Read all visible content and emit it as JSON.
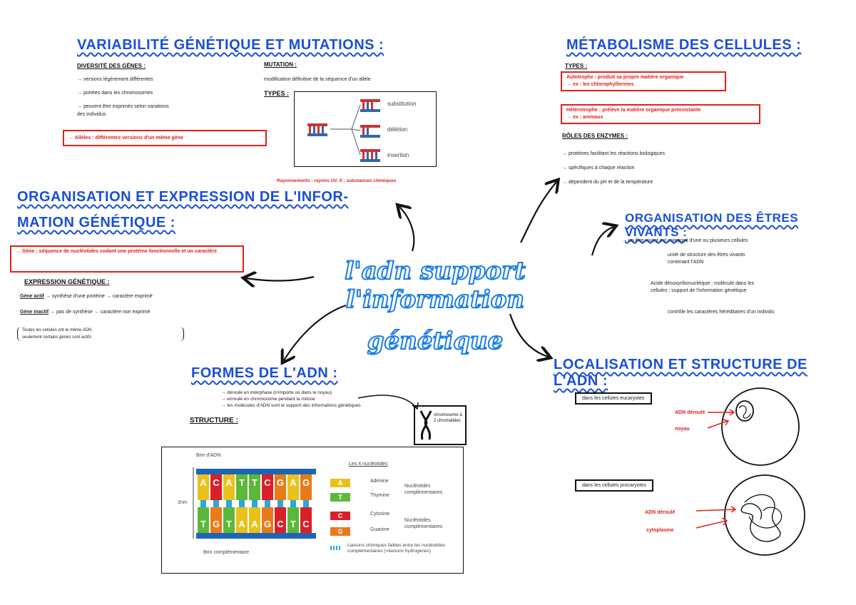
{
  "center": {
    "line1": "l'adn support l'information",
    "line2": "génétique"
  },
  "variabilite": {
    "title": "Variabilité génétique et mutations :",
    "subtitle": "Diversité des gènes :",
    "bullets": [
      "→ versions légèrement différentes",
      "→ portées dans les chromosomes",
      "→ peuvent être exprimés selon variations",
      "  des individus"
    ],
    "allele_box": "→ Allèles : différentes versions d'un même gène",
    "mutation_title": "Mutation :",
    "mutation_text": "modification définitive de la séquence d'un allèle",
    "types_title": "Types :",
    "types": [
      "substitution",
      "délétion",
      "insertion"
    ],
    "caption": "Rayonnements : rayons UV, X ; substances chimiques"
  },
  "organisation_info": {
    "title_line1": "Organisation et expression de l'infor-",
    "title_line2": "mation génétique :",
    "gene_box": "→ Gène : séquence de nucléotides codant une protéine fonctionnelle et un caractère",
    "expression_title": "Expression génétique :",
    "actif_label": "Gène actif",
    "actif_text": "→ synthèse d'une protéine → caractère exprimé",
    "inactif_label": "Gène inactif",
    "inactif_text": "→ pas de synthèse → caractère non exprimé",
    "bracket_line1": "Toutes les cellules ont le même ADN",
    "bracket_line2": "seulement certains gènes sont actifs"
  },
  "formes": {
    "title": "Formes de l'ADN :",
    "bullets": [
      "→ déroulé en interphase (n'importe où dans le noyau)",
      "→ enroulé en chromosome pendant la mitose",
      "→ les molécules d'ADN sont le support des informations génétiques"
    ],
    "structure_title": "Structure :",
    "chromosome_label": "chromosome à 2 chromatides",
    "fig": {
      "brin_label": "Brin d'ADN",
      "brin_comp_label": "Brin complémentaire",
      "width_label": "2nm",
      "top_bases": [
        "A",
        "C",
        "A",
        "T",
        "T",
        "C",
        "G",
        "A",
        "G"
      ],
      "bottom_bases": [
        "T",
        "G",
        "T",
        "A",
        "A",
        "G",
        "C",
        "T",
        "C"
      ],
      "legend_title": "Les 4 nucléotides",
      "nucleotides": [
        {
          "letter": "A",
          "name": "Adénine",
          "color": "#e8c21a"
        },
        {
          "letter": "T",
          "name": "Thymine",
          "color": "#5cb83a"
        },
        {
          "letter": "C",
          "name": "Cytosine",
          "color": "#d9202a"
        },
        {
          "letter": "G",
          "name": "Guanine",
          "color": "#e87a1a"
        }
      ],
      "complementary_label": "Nucléotides complémentaires",
      "bonds_label": "Liaisons chimiques faibles entre les nucléotides complémentaires (=liaisons hydrogènes)"
    }
  },
  "metabolisme": {
    "title": "Métabolisme des cellules :",
    "types_title": "Types :",
    "box1_line1": "Autotrophe : produit sa propre matière organique",
    "box1_line2": "→ ex : les chlorophylliennes",
    "box2_line1": "Hétérotrophe : prélève la matière organique préexistante",
    "box2_line2": "→ ex : animaux",
    "enzymes_title": "Rôles des enzymes :",
    "bullets": [
      "→ protéines facilitant les réactions biologiques",
      "→ spécifiques à chaque réaction",
      "→ dépendent du pH et de la température"
    ]
  },
  "organisation_vivants": {
    "title": "Organisation des êtres vivants :",
    "lines": [
      "→ un être vivant est composé d'une ou plusieurs cellules",
      "unité de structure des êtres vivants",
      "contenant l'ADN",
      "Acide désoxyribonucléique : molécule dans les",
      "cellules ; support de l'information génétique",
      "contrôle les caractères héréditaires d'un individu"
    ]
  },
  "localisation": {
    "title": "Localisation et structure de l'ADN :",
    "eucaryote_label": "dans les cellules eucaryotes",
    "euk_label1": "ADN déroulé",
    "euk_label2": "noyau",
    "procaryote_label": "dans les cellules procaryotes",
    "pro_label1": "ADN déroulé",
    "pro_label2": "cytoplasme"
  },
  "colors": {
    "title_blue": "#1a4fd8",
    "red": "#e0201a",
    "center_blue": "#1a7de8"
  }
}
